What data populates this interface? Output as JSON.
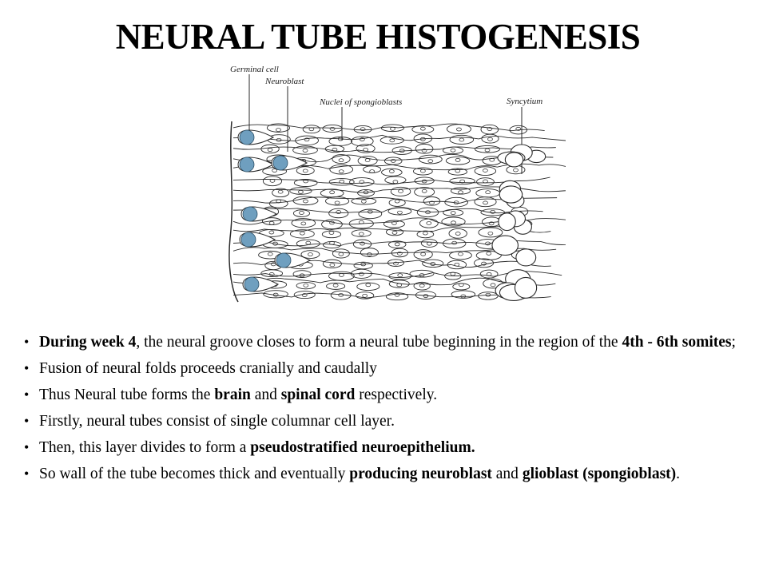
{
  "slide": {
    "title": "NEURAL TUBE HISTOGENESIS"
  },
  "figure": {
    "labels": {
      "germinal_cell": "Germinal cell",
      "neuroblast": "Neuroblast",
      "nuclei": "Nuclei of spongioblasts",
      "syncytium": "Syncytium"
    },
    "nucleus_color": "#6f9fbf",
    "line_color": "#2a2a2a"
  },
  "bullets": {
    "b1": {
      "s1": "During week 4",
      "s2": ", the neural groove closes to form a neural tube beginning in the region of the ",
      "s3": "4th - 6th somites",
      "s4": ";"
    },
    "b2": {
      "s1": "Fusion of neural folds proceeds cranially and caudally"
    },
    "b3": {
      "s1": "Thus Neural tube forms the ",
      "s2": "brain",
      "s3": " and ",
      "s4": "spinal cord",
      "s5": " respectively."
    },
    "b4": {
      "s1": "Firstly, neural tubes consist of single columnar cell layer."
    },
    "b5": {
      "s1": "Then, this layer divides to form a ",
      "s2": "pseudostratified neuroepithelium."
    },
    "b6": {
      "s1": "So wall of the tube becomes thick and eventually ",
      "s2": "producing neuroblast",
      "s3": " and ",
      "s4": "glioblast (spongioblast)",
      "s5": "."
    }
  }
}
